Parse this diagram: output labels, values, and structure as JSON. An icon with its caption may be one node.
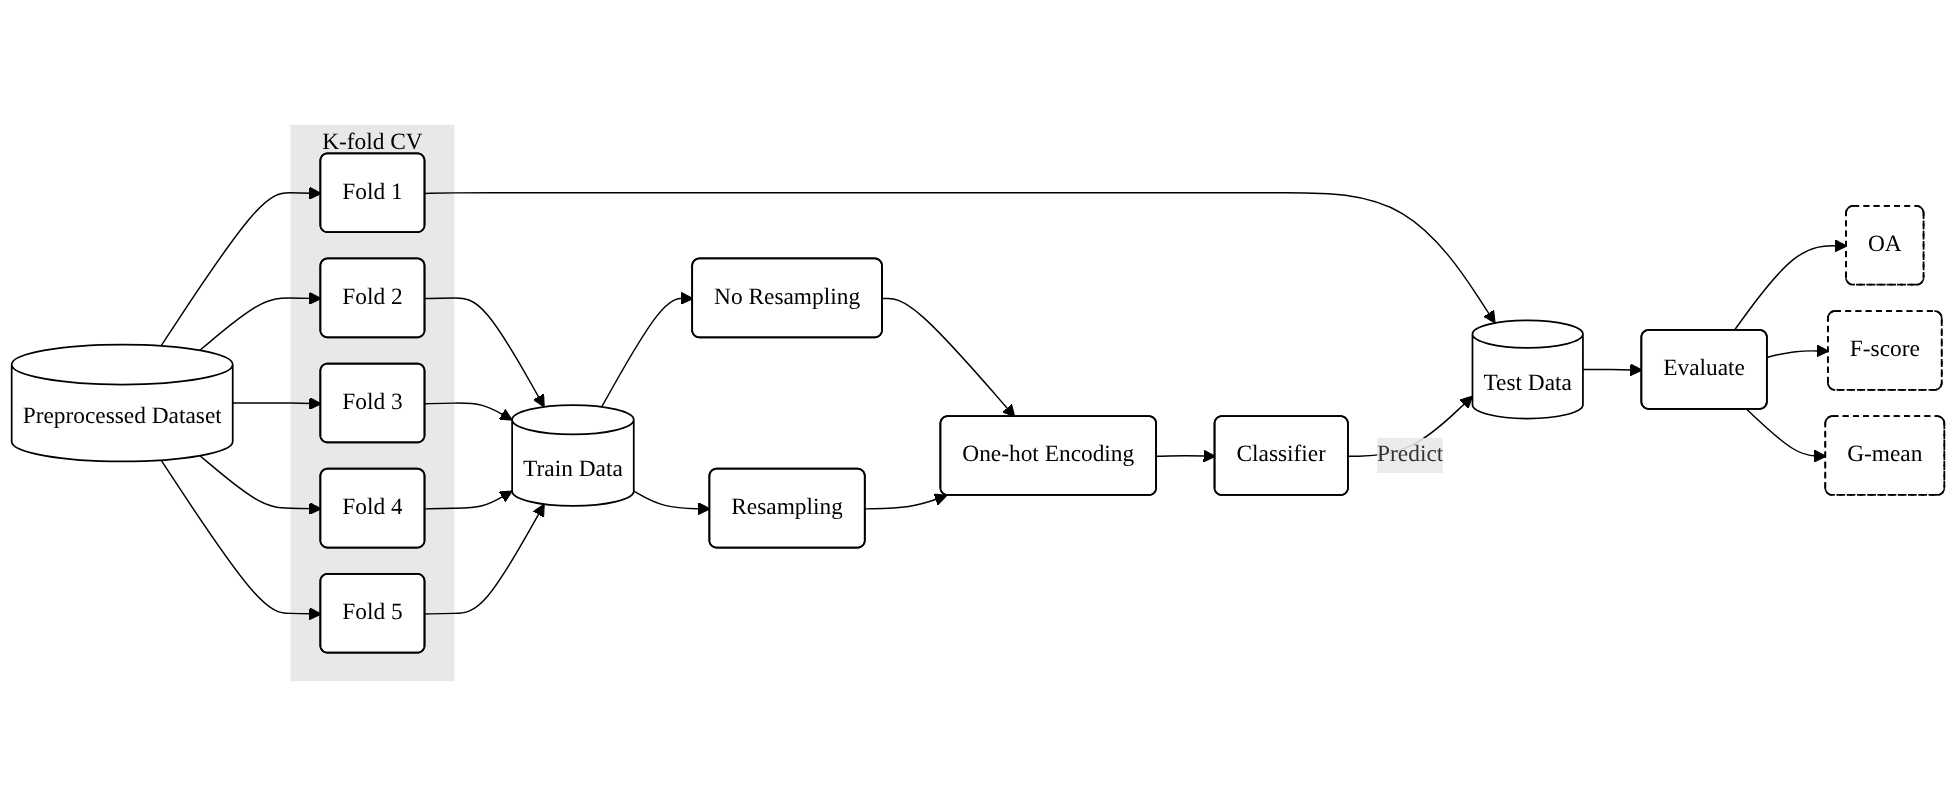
{
  "diagram": {
    "nodes": [
      {
        "text": [
          "Preprocessed Dataset"
        ]
      },
      {
        "text": [
          "K-fold CV"
        ]
      },
      {
        "text": [
          "Fold 1"
        ],
        "in": 1
      },
      {
        "text": [
          "Fold 2"
        ],
        "in": 1
      },
      {
        "text": [
          "Fold 3"
        ],
        "in": 1
      },
      {
        "text": [
          "Fold 4"
        ],
        "in": 1
      },
      {
        "text": [
          "Fold 5"
        ],
        "in": 1
      },
      {
        "text": [
          "Test Data"
        ]
      },
      {
        "text": [
          "Train Data"
        ]
      },
      {
        "text": [
          "Evaluate"
        ]
      },
      {
        "text": [
          "OA"
        ]
      },
      {
        "text": [
          "F-score"
        ]
      },
      {
        "text": [
          "G-mean"
        ]
      },
      {
        "text": [
          "No Resampling"
        ]
      },
      {
        "text": [
          "Resampling"
        ]
      },
      {
        "text": [
          "One-hot Encoding"
        ]
      },
      {
        "text": [
          "Classifier"
        ]
      }
    ],
    "edges": [
      {
        "from": 0,
        "to": 2,
        "arrow": "to"
      },
      {
        "from": 0,
        "to": 3,
        "arrow": "to"
      },
      {
        "from": 0,
        "to": 4,
        "arrow": "to"
      },
      {
        "from": 0,
        "to": 5,
        "arrow": "to"
      },
      {
        "from": 0,
        "to": 6,
        "arrow": "to"
      },
      {
        "from": 2,
        "to": 7,
        "arrow": "to"
      },
      {
        "from": 3,
        "to": 8,
        "arrow": "to"
      },
      {
        "from": 4,
        "to": 8,
        "arrow": "to"
      },
      {
        "from": 5,
        "to": 8,
        "arrow": "to"
      },
      {
        "from": 6,
        "to": 8,
        "arrow": "to"
      },
      {
        "from": 7,
        "to": 9,
        "arrow": "to"
      },
      {
        "from": 9,
        "to": 10,
        "arrow": "to"
      },
      {
        "from": 9,
        "to": 11,
        "arrow": "to"
      },
      {
        "from": 9,
        "to": 12,
        "arrow": "to"
      },
      {
        "from": 8,
        "to": 13,
        "arrow": "to"
      },
      {
        "from": 8,
        "to": 14,
        "arrow": "to"
      },
      {
        "from": 13,
        "to": 15,
        "arrow": "to"
      },
      {
        "from": 14,
        "to": 15,
        "arrow": "to"
      },
      {
        "from": 15,
        "to": 16,
        "arrow": "to"
      },
      {
        "from": 16,
        "to": 7,
        "label": "Predict",
        "arrow": "to"
      }
    ]
  }
}
